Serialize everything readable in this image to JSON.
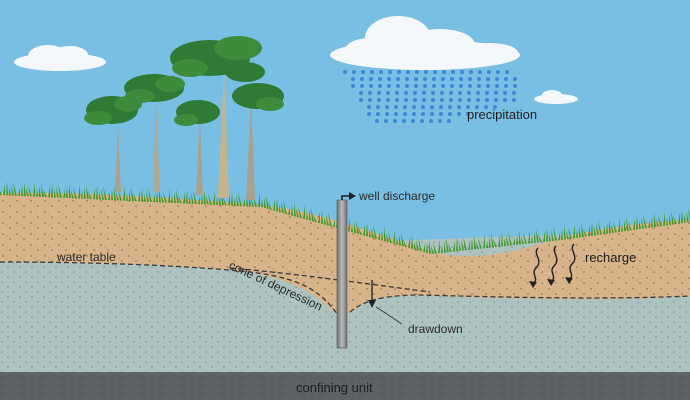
{
  "labels": {
    "precipitation": "precipitation",
    "well_discharge": "well discharge",
    "water_table": "water table",
    "cone_of_depression": "cone of depression",
    "drawdown": "drawdown",
    "recharge": "recharge",
    "confining_unit": "confining unit"
  },
  "colors": {
    "sky": "#79bfe3",
    "soil": "#d7b48a",
    "aquifer": "#aec3c0",
    "confining": "#5d6163",
    "grass": "#3f9a2e",
    "rain": "#3d88d6",
    "well": "#8e9092"
  }
}
